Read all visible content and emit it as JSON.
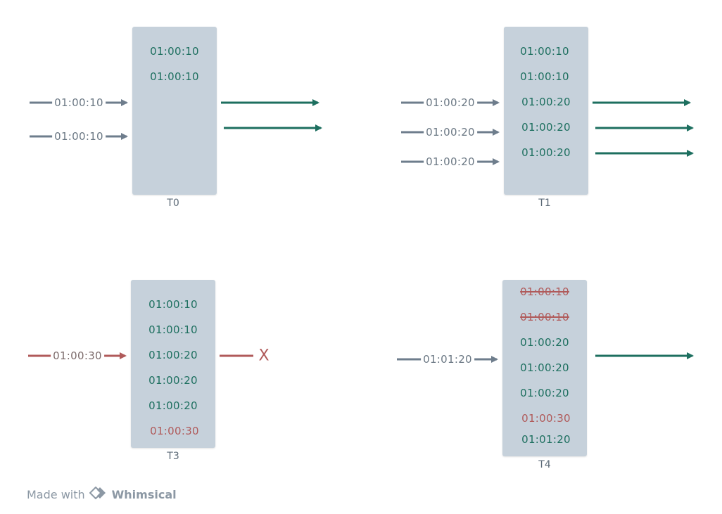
{
  "colors": {
    "box": "#c6d1db",
    "entry_green": "#1d6f5f",
    "entry_red": "#b05a5a",
    "arrow_gray": "#6e7d8c",
    "arrow_red": "#b05a5a",
    "arrow_green": "#1d6f5f"
  },
  "panels": [
    {
      "label": "T0",
      "entries": [
        {
          "text": "01:00:10",
          "style": "green"
        },
        {
          "text": "01:00:10",
          "style": "green"
        }
      ],
      "inputs": [
        "01:00:10",
        "01:00:10"
      ],
      "outputs": 2
    },
    {
      "label": "T1",
      "entries": [
        {
          "text": "01:00:10",
          "style": "green"
        },
        {
          "text": "01:00:10",
          "style": "green"
        },
        {
          "text": "01:00:20",
          "style": "green"
        },
        {
          "text": "01:00:20",
          "style": "green"
        },
        {
          "text": "01:00:20",
          "style": "green"
        }
      ],
      "inputs": [
        "01:00:20",
        "01:00:20",
        "01:00:20"
      ],
      "outputs": 3
    },
    {
      "label": "T3",
      "entries": [
        {
          "text": "01:00:10",
          "style": "green"
        },
        {
          "text": "01:00:10",
          "style": "green"
        },
        {
          "text": "01:00:20",
          "style": "green"
        },
        {
          "text": "01:00:20",
          "style": "green"
        },
        {
          "text": "01:00:20",
          "style": "green"
        },
        {
          "text": "01:00:30",
          "style": "red"
        }
      ],
      "inputs": [
        "01:00:30"
      ],
      "rejected_mark": "X"
    },
    {
      "label": "T4",
      "entries": [
        {
          "text": "01:00:10",
          "style": "struck"
        },
        {
          "text": "01:00:10",
          "style": "struck"
        },
        {
          "text": "01:00:20",
          "style": "green"
        },
        {
          "text": "01:00:20",
          "style": "green"
        },
        {
          "text": "01:00:20",
          "style": "green"
        },
        {
          "text": "01:00:30",
          "style": "red"
        },
        {
          "text": "01:01:20",
          "style": "green"
        }
      ],
      "inputs": [
        "01:01:20"
      ],
      "outputs": 1
    }
  ],
  "footer": {
    "made_with": "Made with",
    "brand": "Whimsical",
    "logo_icon": "whimsical-logo-icon"
  }
}
